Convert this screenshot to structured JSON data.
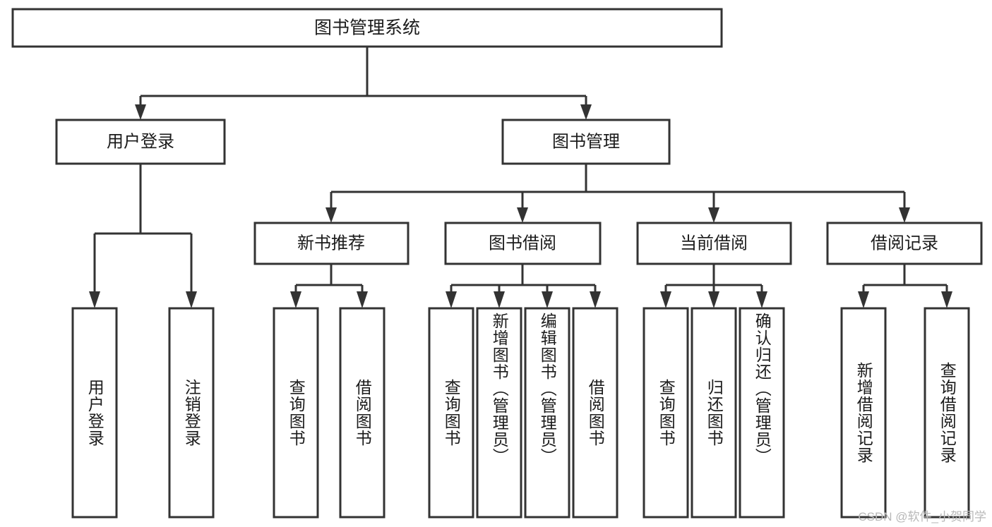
{
  "diagram": {
    "type": "org-tree",
    "title": "图书管理系统",
    "watermark": "CSDN @软件_小贺同学",
    "colors": {
      "stroke": "#333333",
      "fill": "#ffffff",
      "text": "#1b1b1b",
      "watermark": "#b8b8b8"
    },
    "nodes": {
      "root": {
        "label": "图书管理系统"
      },
      "level2": [
        {
          "label": "用户登录"
        },
        {
          "label": "图书管理"
        }
      ],
      "level3": [
        {
          "label": "新书推荐"
        },
        {
          "label": "图书借阅"
        },
        {
          "label": "当前借阅"
        },
        {
          "label": "借阅记录"
        }
      ],
      "leaves": [
        {
          "label": "用户登录",
          "parent": "用户登录"
        },
        {
          "label": "注销登录",
          "parent": "用户登录"
        },
        {
          "label": "查询图书",
          "parent": "新书推荐"
        },
        {
          "label": "借阅图书",
          "parent": "新书推荐"
        },
        {
          "label": "查询图书",
          "parent": "图书借阅"
        },
        {
          "label": "新增图书（管理员）",
          "parent": "图书借阅"
        },
        {
          "label": "编辑图书（管理员）",
          "parent": "图书借阅"
        },
        {
          "label": "借阅图书",
          "parent": "图书借阅"
        },
        {
          "label": "查询图书",
          "parent": "当前借阅"
        },
        {
          "label": "归还图书",
          "parent": "当前借阅"
        },
        {
          "label": "确认归还（管理员）",
          "parent": "当前借阅"
        },
        {
          "label": "新增借阅记录",
          "parent": "借阅记录"
        },
        {
          "label": "查询借阅记录",
          "parent": "借阅记录"
        }
      ]
    }
  }
}
